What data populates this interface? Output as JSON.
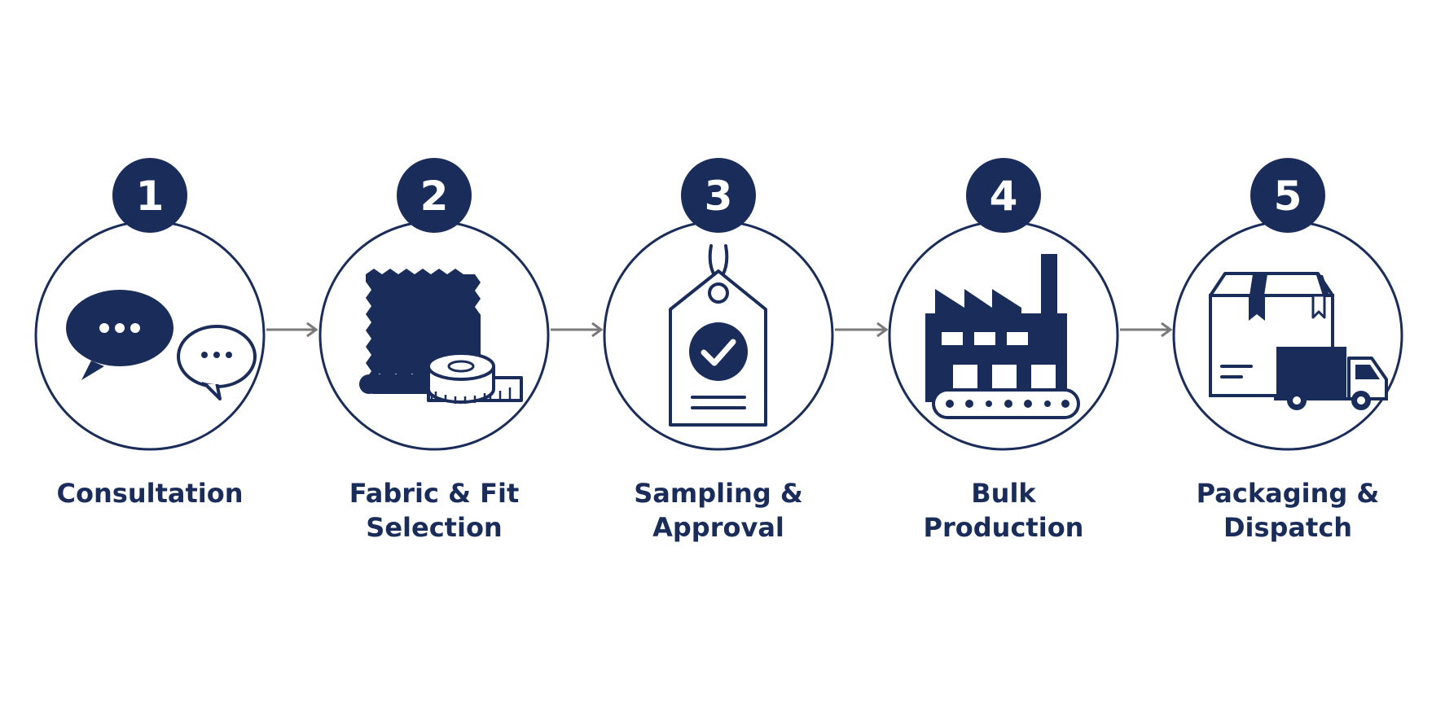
{
  "colors": {
    "primary": "#1a2d5a",
    "arrow": "#7a7a7a",
    "background": "#ffffff"
  },
  "steps": [
    {
      "number": "1",
      "label_lines": [
        "Consultation"
      ],
      "icon": "chat-bubbles-icon"
    },
    {
      "number": "2",
      "label_lines": [
        "Fabric & Fit",
        "Selection"
      ],
      "icon": "fabric-measuring-tape-icon"
    },
    {
      "number": "3",
      "label_lines": [
        "Sampling &",
        "Approval"
      ],
      "icon": "approval-tag-icon"
    },
    {
      "number": "4",
      "label_lines": [
        "Bulk",
        "Production"
      ],
      "icon": "factory-conveyor-icon"
    },
    {
      "number": "5",
      "label_lines": [
        "Packaging &",
        "Dispatch"
      ],
      "icon": "box-truck-icon"
    }
  ]
}
